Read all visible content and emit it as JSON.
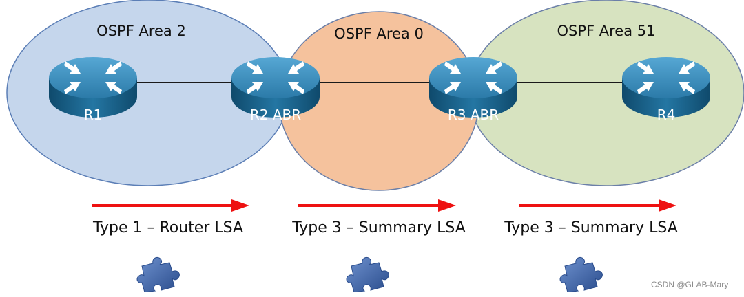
{
  "areas": [
    {
      "label": "OSPF Area 2",
      "fill": "#c5d6ec",
      "stroke": "#5b7eb6"
    },
    {
      "label": "OSPF Area 0",
      "fill": "#f5c29d",
      "stroke": "#6b7fa8"
    },
    {
      "label": "OSPF Area 51",
      "fill": "#d7e3c0",
      "stroke": "#6b7fa8"
    }
  ],
  "routers": [
    {
      "label": "R1"
    },
    {
      "label": "R2 ABR"
    },
    {
      "label": "R3 ABR"
    },
    {
      "label": "R4"
    }
  ],
  "lsa_types": [
    {
      "label": "Type 1 – Router LSA"
    },
    {
      "label": "Type 3 – Summary LSA"
    },
    {
      "label": "Type 3 – Summary LSA"
    }
  ],
  "icons": {
    "router": "router-icon",
    "puzzle": "puzzle-piece-icon",
    "arrow": "arrow-right-icon"
  },
  "colors": {
    "router_top": "#3a8ab8",
    "router_side": "#16597f",
    "arrow": "#ee1111",
    "link": "#1a1a1a",
    "puzzle": "#3f64a6"
  },
  "watermark": "CSDN @GLAB-Mary"
}
